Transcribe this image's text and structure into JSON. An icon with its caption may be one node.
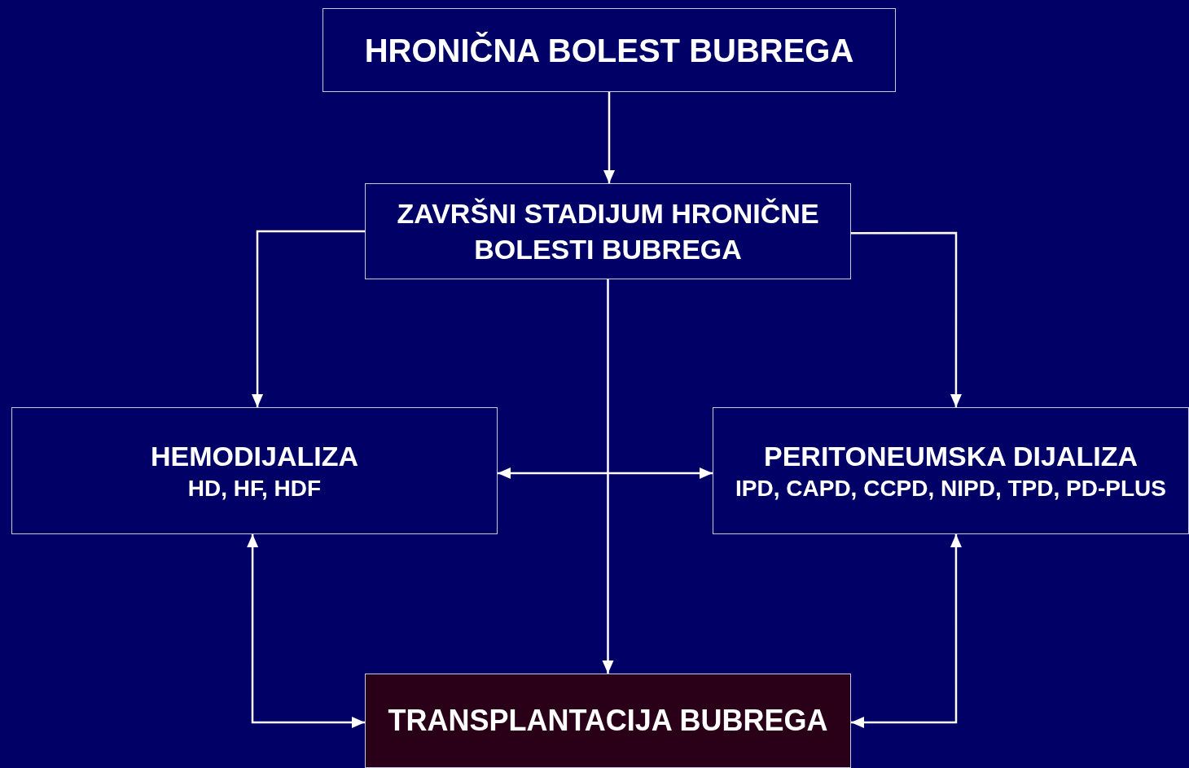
{
  "diagram": {
    "nodes": [
      {
        "text": [
          "HRONIČNA BOLEST BUBREGA"
        ]
      },
      {
        "text": [
          "ZAVRŠNI STADIJUM HRONIČNE BOLESTI BUBREGA"
        ]
      },
      {
        "text": [
          "HEMODIJALIZA",
          "HD, HF, HDF"
        ]
      },
      {
        "text": [
          "PERITONEUMSKA DIJALIZA",
          "IPD, CAPD, CCPD, NIPD, TPD, PD-PLUS"
        ]
      },
      {
        "text": [
          "TRANSPLANTACIJA BUBREGA"
        ]
      }
    ],
    "edges": [
      {
        "from": 0,
        "to": 1,
        "arrow": "to"
      },
      {
        "from": 1,
        "to": 2,
        "arrow": "to"
      },
      {
        "from": 1,
        "to": 3,
        "arrow": "to"
      },
      {
        "from": 1,
        "to": 4,
        "arrow": "to"
      },
      {
        "from": 2,
        "to": 3,
        "arrow": "both"
      },
      {
        "from": 2,
        "to": 4,
        "arrow": "both"
      },
      {
        "from": 3,
        "to": 4,
        "arrow": "both"
      }
    ]
  }
}
